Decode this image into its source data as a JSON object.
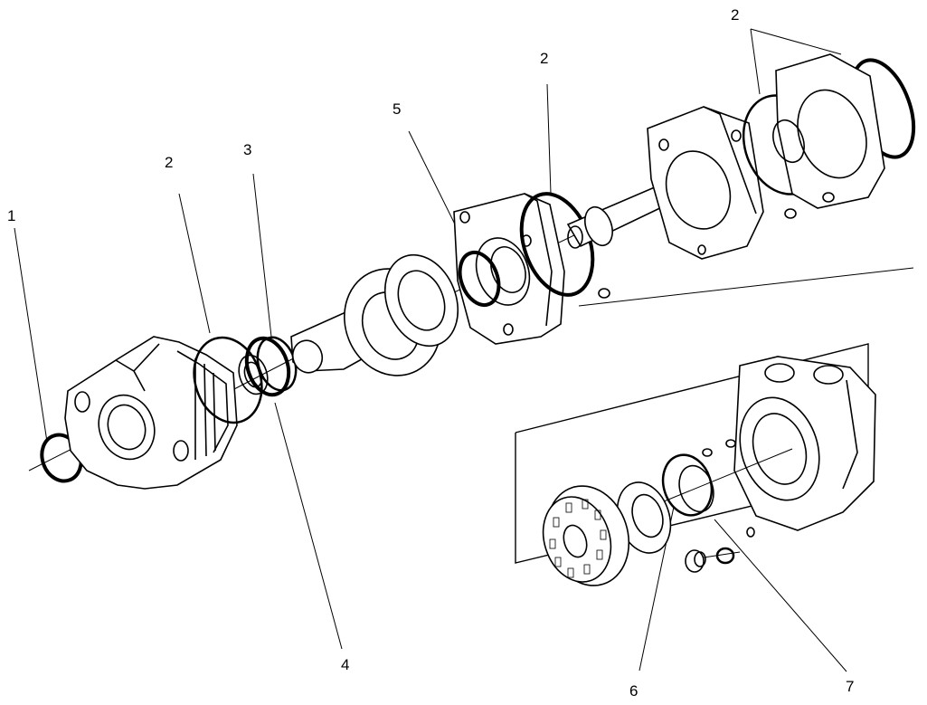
{
  "callouts": [
    {
      "id": "c1",
      "text": "1"
    },
    {
      "id": "c2a",
      "text": "2"
    },
    {
      "id": "c3",
      "text": "3"
    },
    {
      "id": "c4",
      "text": "4"
    },
    {
      "id": "c5",
      "text": "5"
    },
    {
      "id": "c2b",
      "text": "2"
    },
    {
      "id": "c2c",
      "text": "2"
    },
    {
      "id": "c6",
      "text": "6"
    },
    {
      "id": "c7",
      "text": "7"
    }
  ]
}
